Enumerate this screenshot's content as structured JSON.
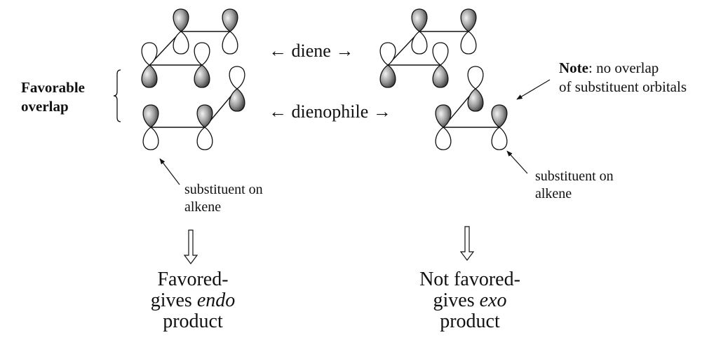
{
  "labels": {
    "favorable_line1": "Favorable",
    "favorable_line2": "overlap",
    "diene_left_arrow": "←",
    "diene": "diene",
    "diene_right_arrow": "→",
    "dienophile_left_arrow": "←",
    "dienophile": "dienophile",
    "dienophile_right_arrow": "→",
    "note_bold": "Note",
    "note_rest_line1": ":  no overlap",
    "note_line2": "of substituent orbitals",
    "substituent_left_line1": "substituent on",
    "substituent_left_line2": "alkene",
    "substituent_right_line1": "substituent on",
    "substituent_right_line2": "alkene"
  },
  "outcomes": {
    "left": {
      "line1": "Favored-",
      "line2_prefix": "gives ",
      "line2_italic": "endo",
      "line3": "product"
    },
    "right": {
      "line1": "Not favored-",
      "line2_prefix": "gives ",
      "line2_italic": "exo",
      "line3": "product"
    }
  },
  "colors": {
    "ink": "#111111",
    "lobe_shaded": "#8a8a8a",
    "lobe_white": "#ffffff"
  }
}
